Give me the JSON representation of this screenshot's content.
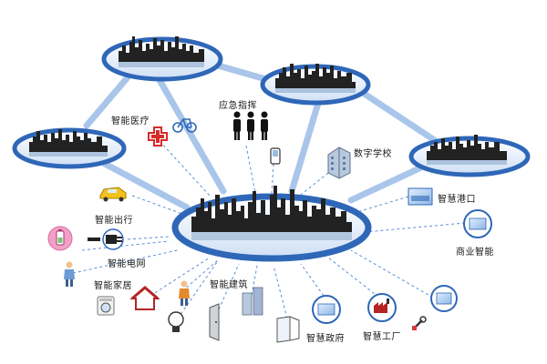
{
  "labels": {
    "smart_medical": "智能医疗",
    "emergency_command": "应急指挥",
    "digital_school": "数字学校",
    "smart_port": "智慧港口",
    "smart_travel": "智能出行",
    "smart_grid": "智能电网",
    "smart_home": "智能家居",
    "smart_building": "智能建筑",
    "commercial_smart": "商业智能",
    "smart_government": "智慧政府",
    "smart_factory": "智慧工厂"
  },
  "colors": {
    "ring_stroke": "#2f67b8",
    "ring_fill": "#e8f1fb",
    "link": "#a9c6ea",
    "dash": "#5b8fd6",
    "skyline": "#222222"
  },
  "icons": [
    "hospital-cross-icon",
    "bicycle-icon",
    "people-icon",
    "phone-icon",
    "school-building-icon",
    "port-screen-icon",
    "taxi-icon",
    "battery-icon",
    "power-plug-icon",
    "worker-icon",
    "house-icon",
    "washer-icon",
    "light-bulb-icon",
    "door-icon",
    "window-icon",
    "business-screen-icon",
    "government-screen-icon",
    "factory-icon",
    "wrench-icon",
    "factory-screen-icon"
  ]
}
